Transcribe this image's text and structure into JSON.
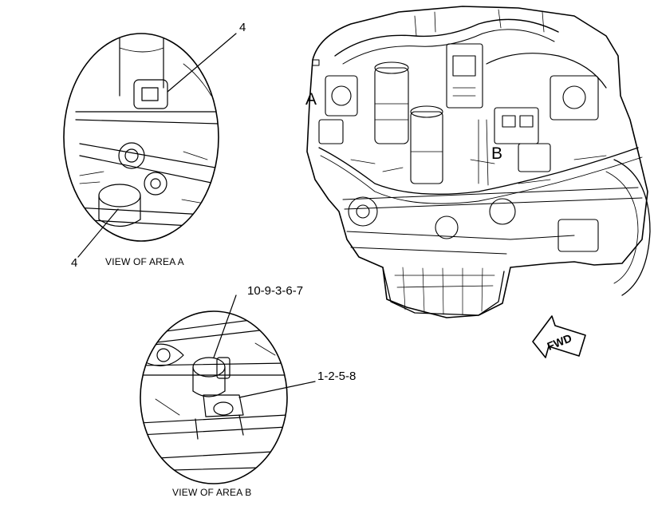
{
  "area_a": {
    "caption": "VIEW OF AREA A",
    "callout_top": "4",
    "callout_bottom": "4"
  },
  "area_b": {
    "caption": "VIEW OF AREA B",
    "callout_top": "10-9-3-6-7",
    "callout_bottom": "1-2-5-8"
  },
  "engine": {
    "label_a": "A",
    "label_b": "B"
  },
  "direction_arrow": {
    "label": "FWD"
  },
  "colors": {
    "line": "#000000",
    "background": "#ffffff"
  }
}
